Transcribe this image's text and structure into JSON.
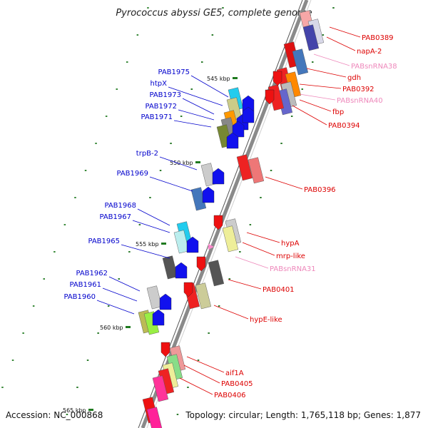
{
  "title": "Pyrococcus abyssi GE5, complete genome",
  "footer": {
    "accession": "Accession: NC_000868",
    "info": "Topology: circular; Length: 1,765,118 bp; Genes: 1,877"
  },
  "colors": {
    "minus_strand_label": "#0000cc",
    "plus_strand_label": "#dd0000",
    "rna_label": "#ee88bb",
    "backbone": "#777777"
  },
  "scale_labels": [
    "545 kbp",
    "550 kbp",
    "555 kbp",
    "560 kbp",
    "565 kbp"
  ],
  "left_genes": [
    "PAB1975",
    "htpX",
    "PAB1973",
    "PAB1972",
    "PAB1971",
    "trpB-2",
    "PAB1969",
    "PAB1968",
    "PAB1967",
    "PAB1965",
    "PAB1962",
    "PAB1961",
    "PAB1960"
  ],
  "right_genes": [
    "PAB0389",
    "napA-2",
    "PABsnRNA38",
    "gdh",
    "PAB0392",
    "PABsnRNA40",
    "fbp",
    "PAB0394",
    "PAB0396",
    "hypA",
    "mrp-like",
    "PABsnRNA31",
    "PAB0401",
    "hypE-like",
    "aif1A",
    "PAB0405",
    "PAB0406"
  ],
  "rna_genes": [
    "PABsnRNA38",
    "PABsnRNA40",
    "PABsnRNA31"
  ]
}
